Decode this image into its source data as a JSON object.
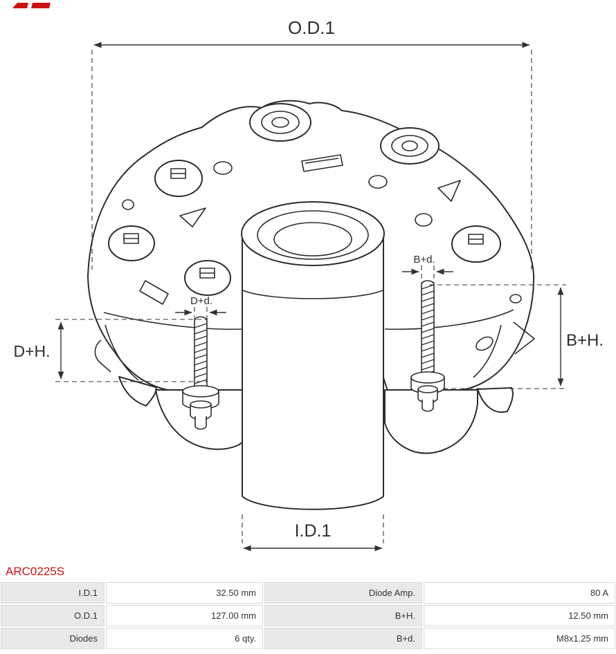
{
  "brand": {
    "accent_color": "#cc1111",
    "logo_fragment_icon": "as-pl-logo-fragment"
  },
  "part_number": "ARC0225S",
  "drawing": {
    "labels": {
      "od1": "O.D.1",
      "id1": "I.D.1",
      "dh": "D+H.",
      "bh": "B+H.",
      "dd": "D+d.",
      "bd": "B+d."
    }
  },
  "table": {
    "rows": [
      {
        "left_label": "I.D.1",
        "left_value": "32.50 mm",
        "right_label": "Diode Amp.",
        "right_value": "80 A"
      },
      {
        "left_label": "O.D.1",
        "left_value": "127.00 mm",
        "right_label": "B+H.",
        "right_value": "12.50 mm"
      },
      {
        "left_label": "Diodes",
        "left_value": "6 qty.",
        "right_label": "B+d.",
        "right_value": "M8x1.25 mm"
      }
    ]
  }
}
